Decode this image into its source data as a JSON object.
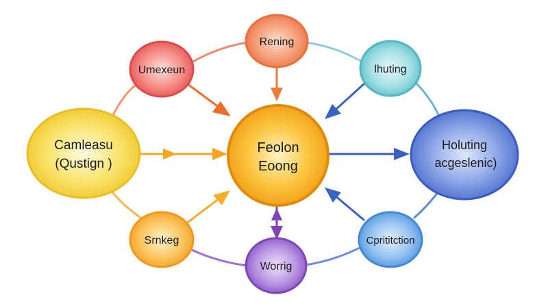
{
  "nodes": {
    "center": {
      "line1": "Feolon",
      "line2": "Eoong"
    },
    "left": {
      "line1": "Camleasu",
      "line2": "(Qustign )"
    },
    "right": {
      "line1": "Holuting",
      "line2": "acgeslenic)"
    },
    "top": {
      "label": "Rening"
    },
    "top_left": {
      "label": "Umexeun"
    },
    "top_right": {
      "label": "lhuting"
    },
    "bottom": {
      "label": "Worrig"
    },
    "bottom_left": {
      "label": "Srnkeg"
    },
    "bottom_right": {
      "label": "Cprititction"
    }
  },
  "colors": {
    "center": "#f7a81b",
    "left": "#f5d23a",
    "right": "#4a6fcf",
    "top": "#f07e52",
    "top_left": "#ea5a5a",
    "top_right": "#6cc8d2",
    "bottom": "#9160c9",
    "bottom_left": "#f5aa2e",
    "bottom_right": "#5a9ee0"
  }
}
